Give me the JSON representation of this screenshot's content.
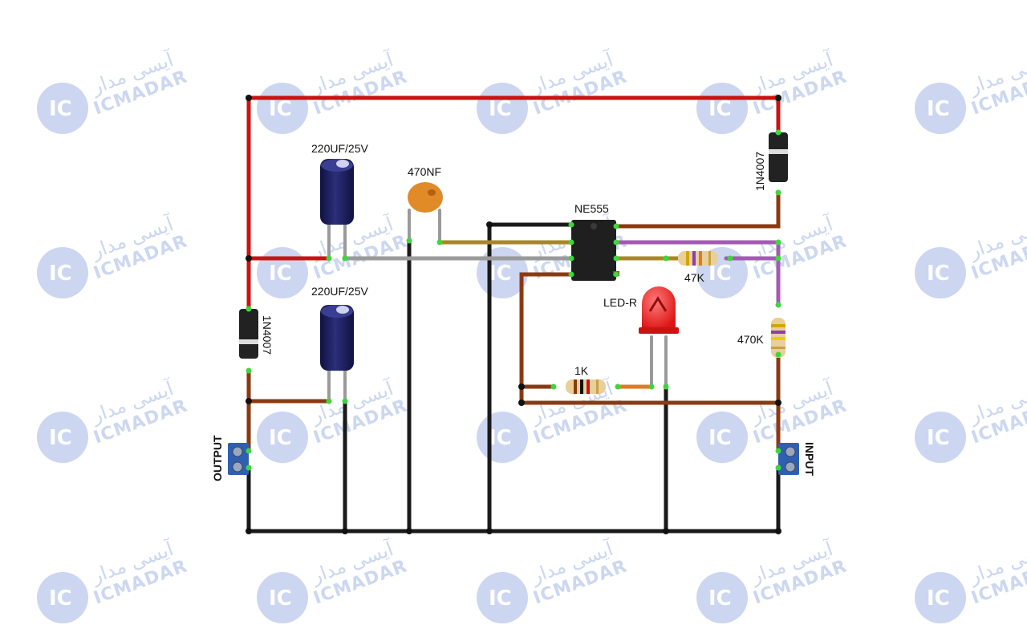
{
  "components": {
    "cap_top": {
      "label": "220UF/25V"
    },
    "cap_bottom": {
      "label": "220UF/25V"
    },
    "ceramic_cap": {
      "label": "470NF"
    },
    "ic": {
      "label": "NE555"
    },
    "diode_right": {
      "label": "1N4007"
    },
    "diode_left": {
      "label": "1N4007"
    },
    "resistor_47k": {
      "label": "47K"
    },
    "resistor_470k": {
      "label": "470K"
    },
    "resistor_1k": {
      "label": "1K"
    },
    "led": {
      "label": "LED-R"
    },
    "terminal_output": {
      "label": "OUTPUT"
    },
    "terminal_input": {
      "label": "INPUT"
    }
  },
  "watermark": {
    "persian": "آیسی مدار",
    "latin": "ICMADAR",
    "logo": "IC"
  },
  "colors": {
    "wire_red": "#cc1111",
    "wire_black": "#1a1a1a",
    "wire_brown": "#8b3a10",
    "wire_gray": "#9a9a9a",
    "wire_olive": "#a68a1f",
    "wire_purple": "#a25bb0",
    "cap_body": "#1c1e5a",
    "terminal": "#2f5fb0",
    "led": "#ee2222",
    "ceramic": "#e08a28"
  }
}
